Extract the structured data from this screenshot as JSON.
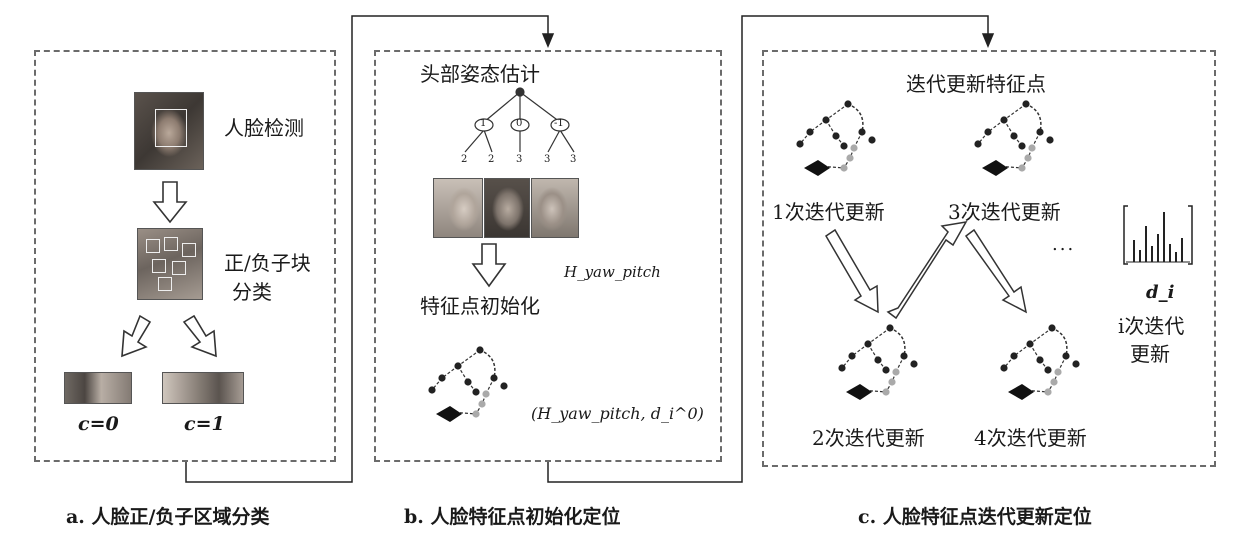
{
  "panel_a": {
    "face_detect": "人脸检测",
    "classify_line1": "正/负子块",
    "classify_line2": "分类",
    "c0": "c=0",
    "c1": "c=1",
    "caption": "a. 人脸正/负子区域分类"
  },
  "panel_b": {
    "title": "头部姿态估计",
    "tree_nodes_level1": [
      "1",
      "0",
      "-1"
    ],
    "tree_nodes_level2": [
      "2",
      "2",
      "3",
      "3",
      "3"
    ],
    "h_label": "H_yaw_pitch",
    "init_label": "特征点初始化",
    "pair_label": "(H_yaw_pitch, d_i^0)",
    "caption": "b. 人脸特征点初始化定位"
  },
  "panel_c": {
    "title": "迭代更新特征点",
    "iter1": "1次迭代更新",
    "iter2": "2次迭代更新",
    "iter3": "3次迭代更新",
    "iter4": "4次迭代更新",
    "ellipsis": "...",
    "d_label": "d_i",
    "iter_n_line1": "i次迭代",
    "iter_n_line2": "更新",
    "caption": "c. 人脸特征点迭代更新定位"
  }
}
